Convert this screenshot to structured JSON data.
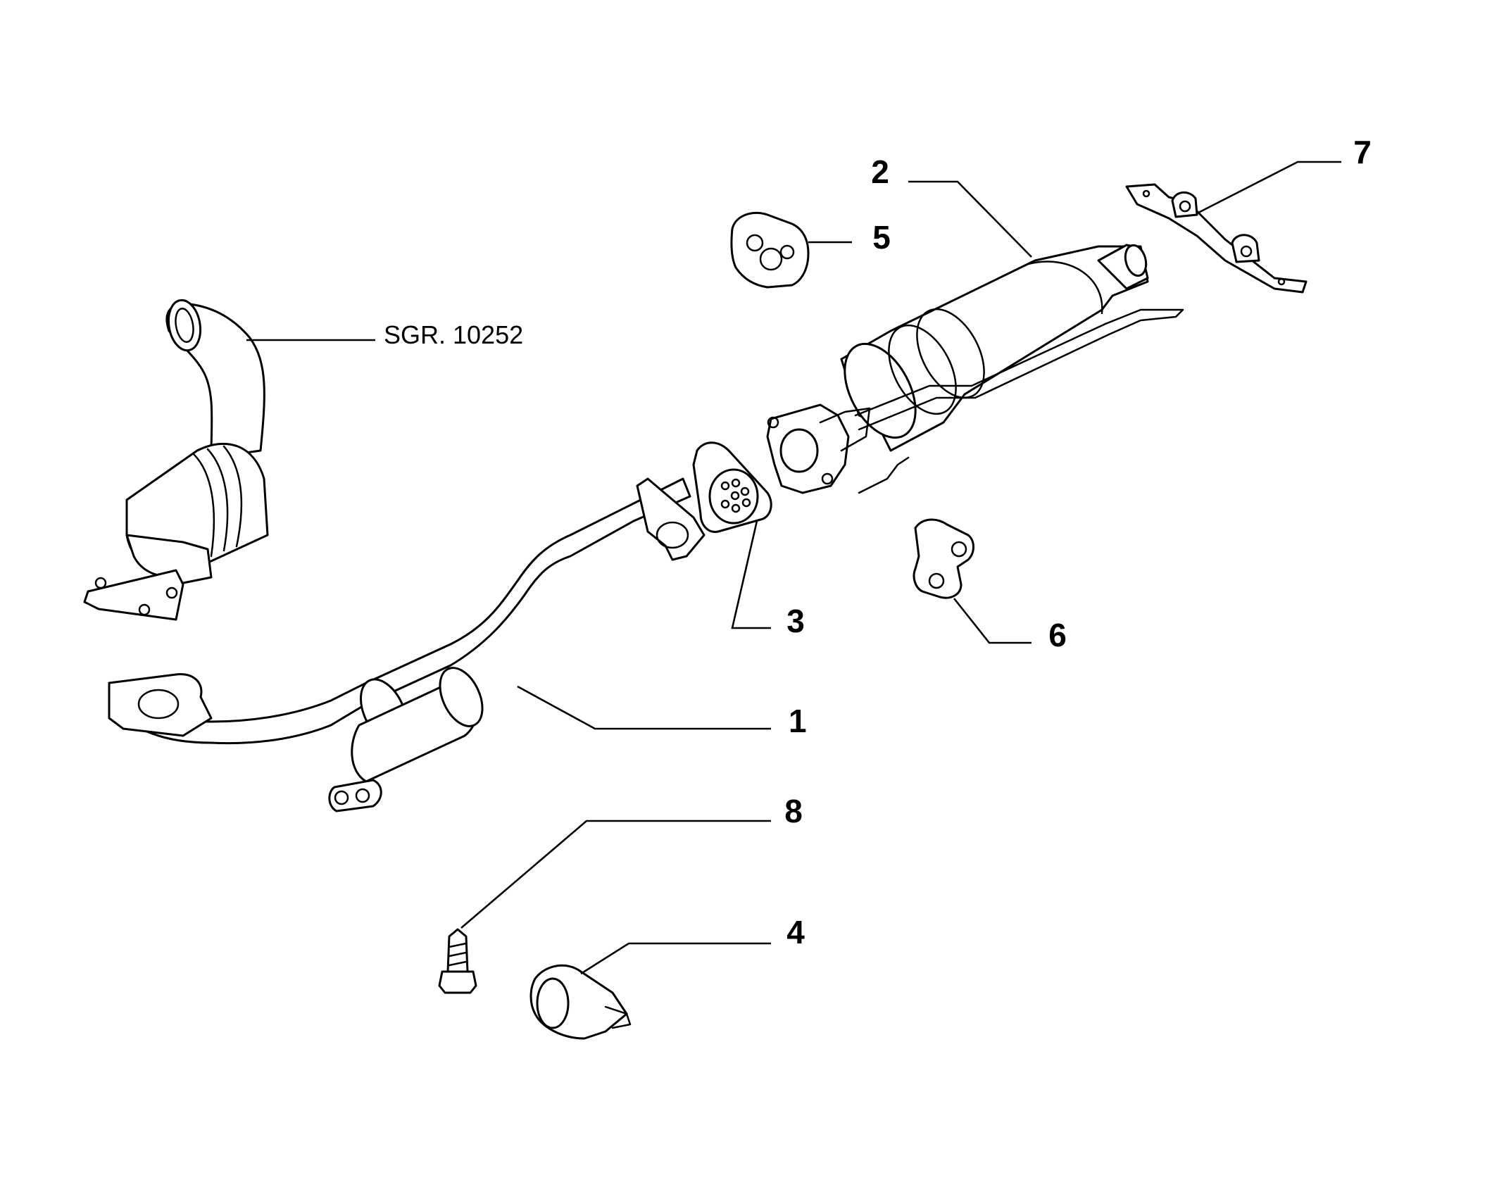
{
  "diagram": {
    "callouts": {
      "c1": "1",
      "c2": "2",
      "c3": "3",
      "c4": "4",
      "c5": "5",
      "c6": "6",
      "c7": "7",
      "c8": "8"
    },
    "reference": "SGR. 10252"
  }
}
